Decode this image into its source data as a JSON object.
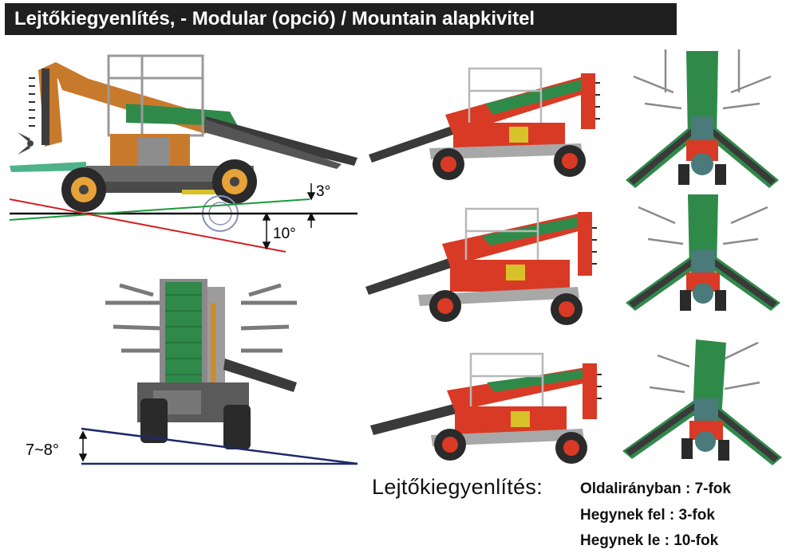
{
  "title": "Lejtőkiegyenlítés, - Modular (opció) / Mountain alapkivitel",
  "angles": {
    "uphill": "3°",
    "downhill": "10°",
    "lateral": "7~8°"
  },
  "summary": {
    "heading": "Lejtőkiegyenlítés:",
    "lines": [
      "Oldalirányban : 7-fok",
      "Hegynek fel : 3-fok",
      "Hegynek le : 10-fok"
    ]
  },
  "colors": {
    "title_bg": "#1f1f1f",
    "machine_orange": "#c87a2c",
    "machine_red": "#d93a25",
    "conveyor_green": "#2f8a4a",
    "frame_grey": "#9a9a9a",
    "line_green": "#1a9a3a",
    "line_red": "#d42020",
    "line_navy": "#1c2a6b"
  }
}
